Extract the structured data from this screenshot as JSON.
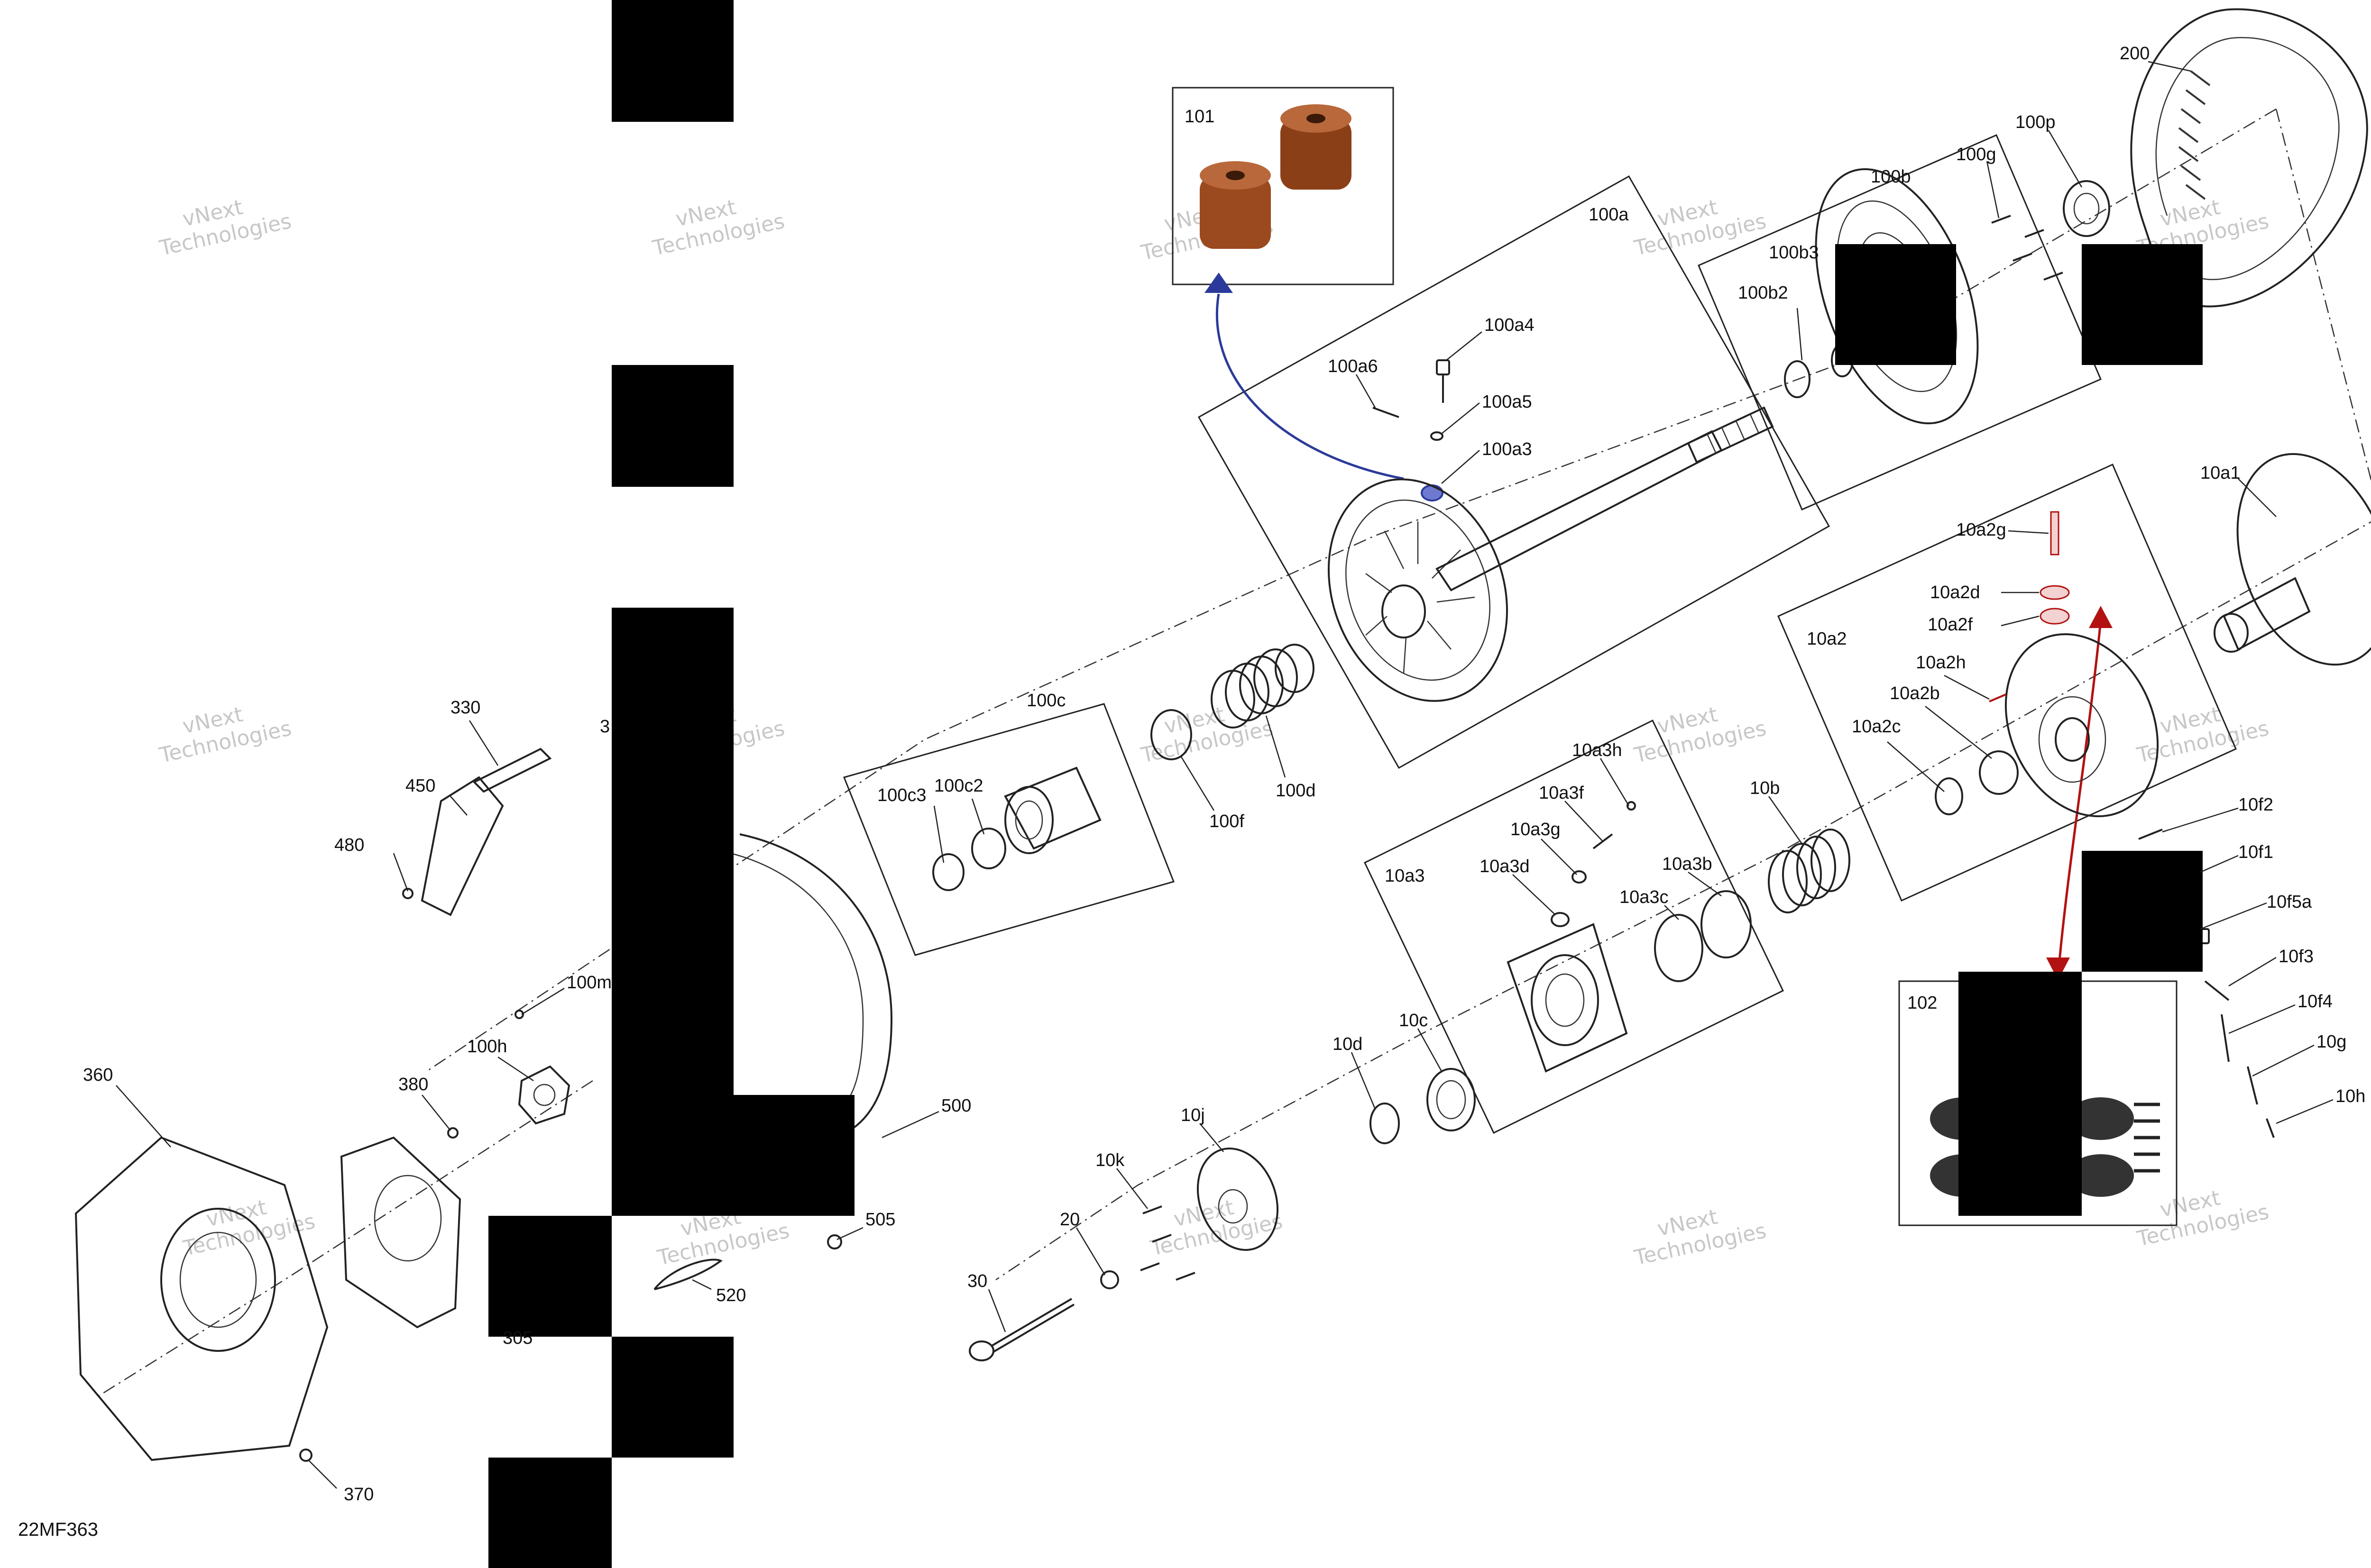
{
  "diagram_code": "22MF363",
  "watermark": [
    "vNext",
    "Technologies"
  ],
  "inset_labels": {
    "inset_101": "101",
    "inset_102": "102"
  },
  "group_labels": {
    "g100a": "100a",
    "g100b": "100b",
    "g100c": "100c",
    "g10a2": "10a2",
    "g10a3": "10a3"
  },
  "callouts": [
    {
      "id": "200",
      "text": "200"
    },
    {
      "id": "100p",
      "text": "100p"
    },
    {
      "id": "100g",
      "text": "100g"
    },
    {
      "id": "100b3",
      "text": "100b3"
    },
    {
      "id": "100b2",
      "text": "100b2"
    },
    {
      "id": "100a4",
      "text": "100a4"
    },
    {
      "id": "100a6",
      "text": "100a6"
    },
    {
      "id": "100a5",
      "text": "100a5"
    },
    {
      "id": "100a3",
      "text": "100a3"
    },
    {
      "id": "10a1",
      "text": "10a1"
    },
    {
      "id": "10a2g",
      "text": "10a2g"
    },
    {
      "id": "10a2d",
      "text": "10a2d"
    },
    {
      "id": "10a2f",
      "text": "10a2f"
    },
    {
      "id": "10a2h",
      "text": "10a2h"
    },
    {
      "id": "10a2b",
      "text": "10a2b"
    },
    {
      "id": "10a2c",
      "text": "10a2c"
    },
    {
      "id": "10f2",
      "text": "10f2"
    },
    {
      "id": "10f1",
      "text": "10f1"
    },
    {
      "id": "10f5a",
      "text": "10f5a"
    },
    {
      "id": "10f3",
      "text": "10f3"
    },
    {
      "id": "10f4",
      "text": "10f4"
    },
    {
      "id": "10g",
      "text": "10g"
    },
    {
      "id": "10h",
      "text": "10h"
    },
    {
      "id": "10a3h",
      "text": "10a3h"
    },
    {
      "id": "10a3f",
      "text": "10a3f"
    },
    {
      "id": "10a3g",
      "text": "10a3g"
    },
    {
      "id": "10a3d",
      "text": "10a3d"
    },
    {
      "id": "10a3b",
      "text": "10a3b"
    },
    {
      "id": "10a3c",
      "text": "10a3c"
    },
    {
      "id": "10b",
      "text": "10b"
    },
    {
      "id": "10c",
      "text": "10c"
    },
    {
      "id": "10d",
      "text": "10d"
    },
    {
      "id": "10j",
      "text": "10j"
    },
    {
      "id": "10k",
      "text": "10k"
    },
    {
      "id": "20",
      "text": "20"
    },
    {
      "id": "30",
      "text": "30"
    },
    {
      "id": "100c3",
      "text": "100c3"
    },
    {
      "id": "100c2",
      "text": "100c2"
    },
    {
      "id": "100d",
      "text": "100d"
    },
    {
      "id": "100f",
      "text": "100f"
    },
    {
      "id": "330",
      "text": "330"
    },
    {
      "id": "3x",
      "text": "3"
    },
    {
      "id": "450",
      "text": "450"
    },
    {
      "id": "480",
      "text": "480"
    },
    {
      "id": "100m",
      "text": "100m"
    },
    {
      "id": "100h",
      "text": "100h"
    },
    {
      "id": "380",
      "text": "380"
    },
    {
      "id": "360",
      "text": "360"
    },
    {
      "id": "500",
      "text": "500"
    },
    {
      "id": "505",
      "text": "505"
    },
    {
      "id": "520",
      "text": "520"
    },
    {
      "id": "305",
      "text": "305"
    },
    {
      "id": "370",
      "text": "370"
    }
  ],
  "colors": {
    "accent_blue": "#2b3a9a",
    "accent_red": "#b31212",
    "bearing_orange": "#9a4a1e"
  }
}
